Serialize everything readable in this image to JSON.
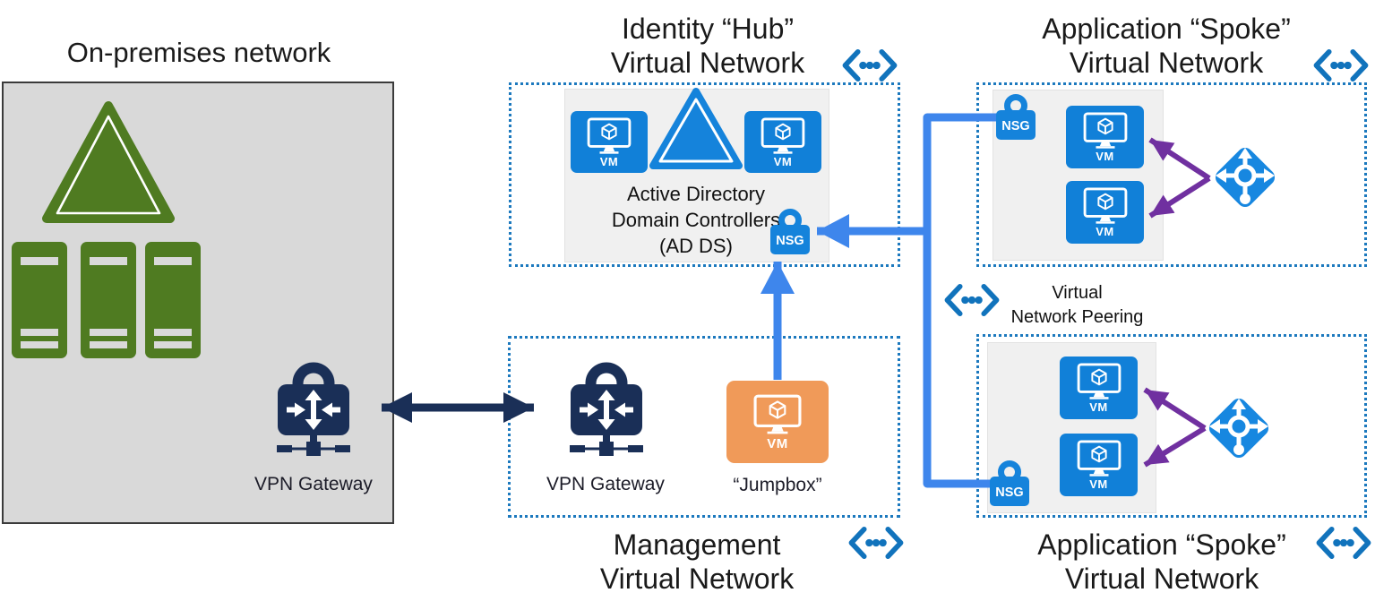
{
  "titles": {
    "onprem": "On-premises network",
    "hub1": "Identity “Hub”",
    "hub2": "Virtual Network",
    "spoke_top1": "Application “Spoke”",
    "spoke_top2": "Virtual Network",
    "mgmt1": "Management",
    "mgmt2": "Virtual Network",
    "spoke_bottom1": "Application “Spoke”",
    "spoke_bottom2": "Virtual Network",
    "peering1": "Virtual",
    "peering2": "Network Peering"
  },
  "labels": {
    "vm": "VM",
    "nsg": "NSG",
    "vpn_gateway": "VPN Gateway",
    "jumpbox": "“Jumpbox”",
    "ad1": "Active Directory",
    "ad2": "Domain Controllers",
    "ad3": "(AD DS)"
  },
  "icons": {
    "virtual_network": "vnet-brackets-dots-icon",
    "nsg": "nsg-lock-icon",
    "vpn_gateway": "vpn-gateway-lock-icon",
    "load_balancer": "load-balancer-diamond-icon",
    "vm": "vm-monitor-cube-icon",
    "ad_forest": "forest-triangle-icon",
    "server_rack": "server-rack-icon"
  },
  "colors": {
    "vm_blue": "#1180D8",
    "nsg_blue": "#1583DB",
    "triangle_blue": "#1583DB",
    "lb_blue": "#1787E0",
    "connector_blue": "#3E86EC",
    "navy": "#1A2F57",
    "purple": "#7030A0",
    "green": "#4F7B21",
    "dotted_border_blue": "#1C79BE",
    "vnet_icon_blue": "#1173BC",
    "jumpbox_orange": "#F09A59",
    "onprem_gray": "#D9D9D9",
    "inner_gray": "#F0F0F0"
  }
}
